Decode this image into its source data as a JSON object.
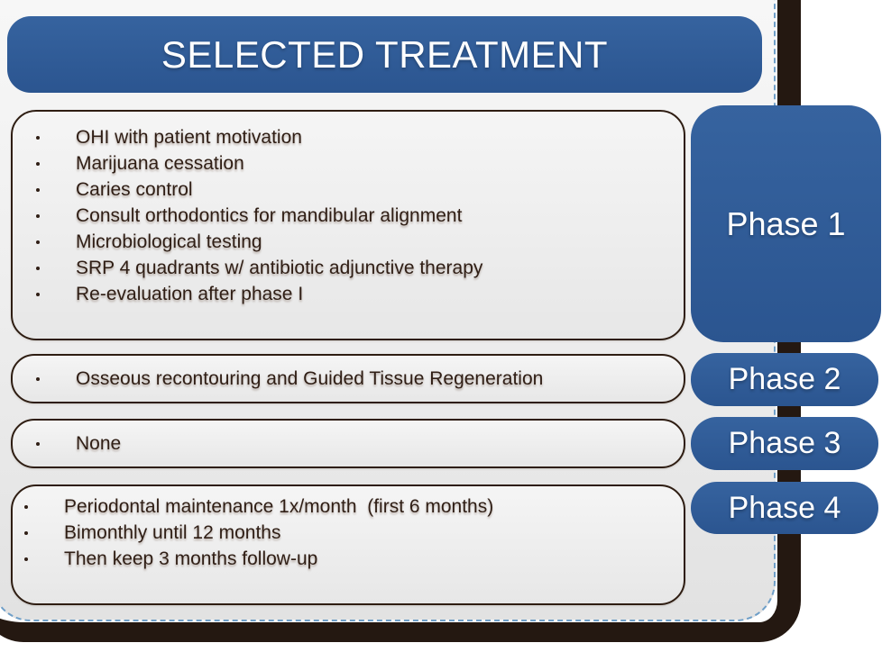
{
  "title": "SELECTED TREATMENT",
  "phases": [
    {
      "label": "Phase 1",
      "items": [
        "OHI with patient motivation",
        "Marijuana cessation",
        "Caries control",
        "Consult orthodontics for mandibular alignment",
        "Microbiological testing",
        "SRP 4 quadrants w/ antibiotic adjunctive therapy",
        "Re-evaluation after phase I"
      ]
    },
    {
      "label": "Phase 2",
      "items": [
        "Osseous recontouring and Guided Tissue Regeneration"
      ]
    },
    {
      "label": "Phase 3",
      "items": [
        "None"
      ]
    },
    {
      "label": "Phase 4",
      "items": [
        "Periodontal maintenance 1x/month  (first 6 months)",
        "Bimonthly until 12 months",
        "Then keep 3 months follow-up"
      ]
    }
  ],
  "colors": {
    "accent_blue": "#2e5a94",
    "frame_dark": "#241811",
    "box_border": "#2e1d12",
    "selection_dash": "#6f9fc8",
    "slide_bg_top": "#f8f8f8",
    "slide_bg_bottom": "#e2e2e2",
    "text_dark": "#2f1e15",
    "text_light": "#ffffff"
  }
}
